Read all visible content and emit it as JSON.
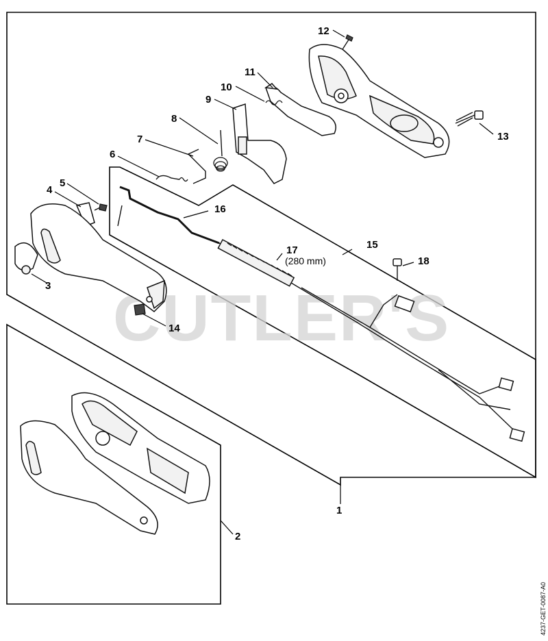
{
  "watermark": "CUTLER'S",
  "document_id": "4237-GET-0087-A0",
  "callouts": {
    "c1": "1",
    "c2": "2",
    "c3": "3",
    "c4": "4",
    "c5": "5",
    "c6": "6",
    "c7": "7",
    "c8": "8",
    "c9": "9",
    "c10": "10",
    "c11": "11",
    "c12": "12",
    "c13": "13",
    "c14": "14",
    "c15": "15",
    "c16": "16",
    "c17": "17",
    "c17_note": "(280 mm)",
    "c18": "18"
  }
}
